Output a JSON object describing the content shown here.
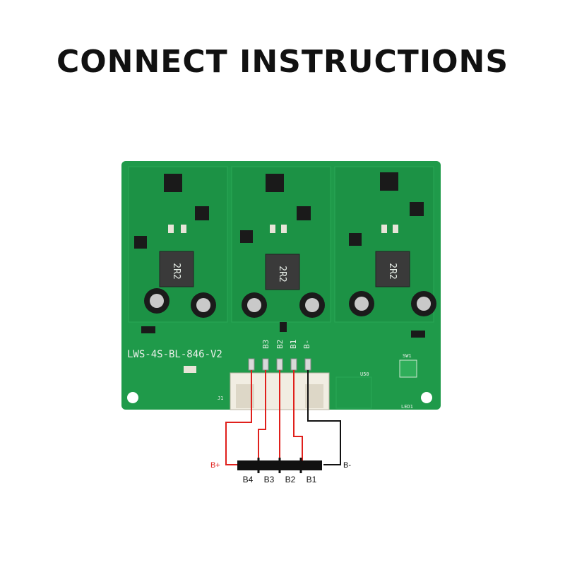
{
  "title": "CONNECT INSTRUCTIONS",
  "board": {
    "model": "LWS-4S-BL-846-V2",
    "inductor_marking": "2R2",
    "pin_labels": [
      "B3",
      "B2",
      "B1",
      "B-"
    ],
    "other_marks": [
      "SW1",
      "LED1",
      "U50",
      "J1"
    ]
  },
  "battery": {
    "cells": [
      "B4",
      "B3",
      "B2",
      "B1"
    ],
    "positive": "B+",
    "negative": "B-"
  },
  "colors": {
    "pcb": "#1f9a4a",
    "wire_red": "#e0201c",
    "wire_black": "#111111",
    "positive_label": "#e0201c"
  }
}
